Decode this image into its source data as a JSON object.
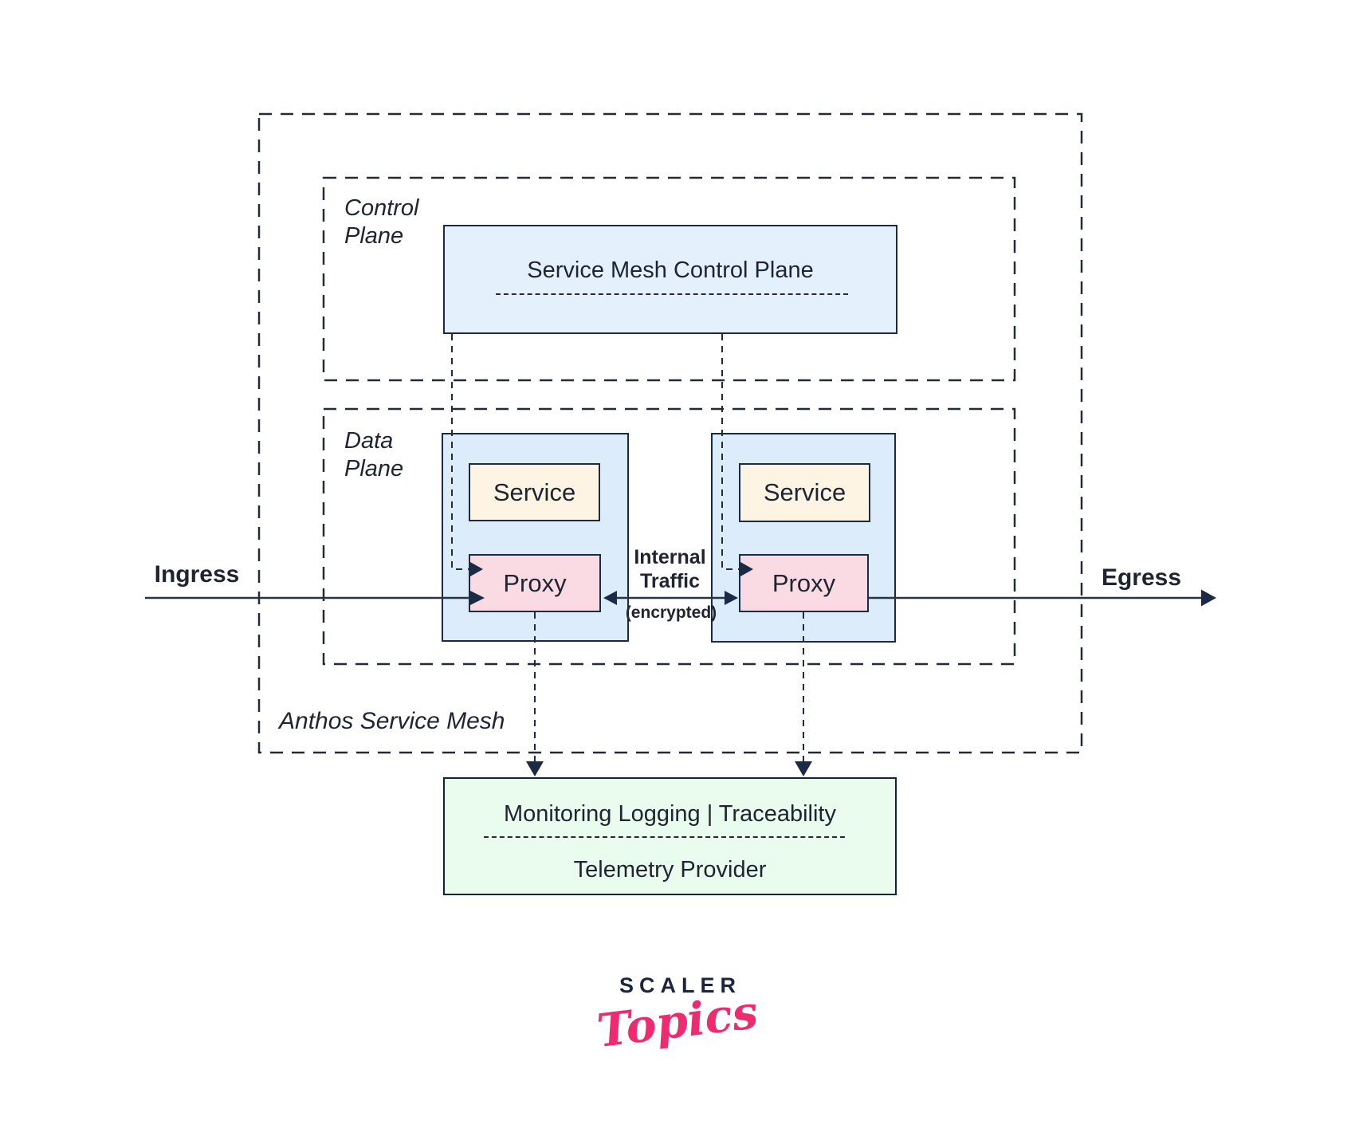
{
  "labels": {
    "anthos": "Anthos Service Mesh",
    "ingress": "Ingress",
    "egress": "Egress",
    "internal_traffic": "Internal\nTraffic",
    "encrypted": "(encrypted)"
  },
  "control_plane": {
    "label": "Control\nPlane",
    "smcp_title": "Service Mesh Control Plane"
  },
  "data_plane": {
    "label": "Data\nPlane",
    "pods": [
      {
        "service": "Service",
        "proxy": "Proxy"
      },
      {
        "service": "Service",
        "proxy": "Proxy"
      }
    ]
  },
  "telemetry": {
    "monitoring": "Monitoring Logging | Traceability",
    "provider": "Telemetry Provider"
  },
  "logo": {
    "brand": "SCALER",
    "sub": "Topics"
  },
  "colors": {
    "box_border": "#1c2b45",
    "dashed_line": "#242b36",
    "solid_line": "#2a3342",
    "arrowhead": "#1b2a45",
    "smcp_fill": "#e4f1fc",
    "pod_fill": "#ddecfa",
    "service_fill": "#fdf4e4",
    "proxy_fill": "#fadbe3",
    "telemetry_fill": "#e9fcee",
    "logo_navy": "#1b2440",
    "logo_pink": "#ed2b6e"
  }
}
